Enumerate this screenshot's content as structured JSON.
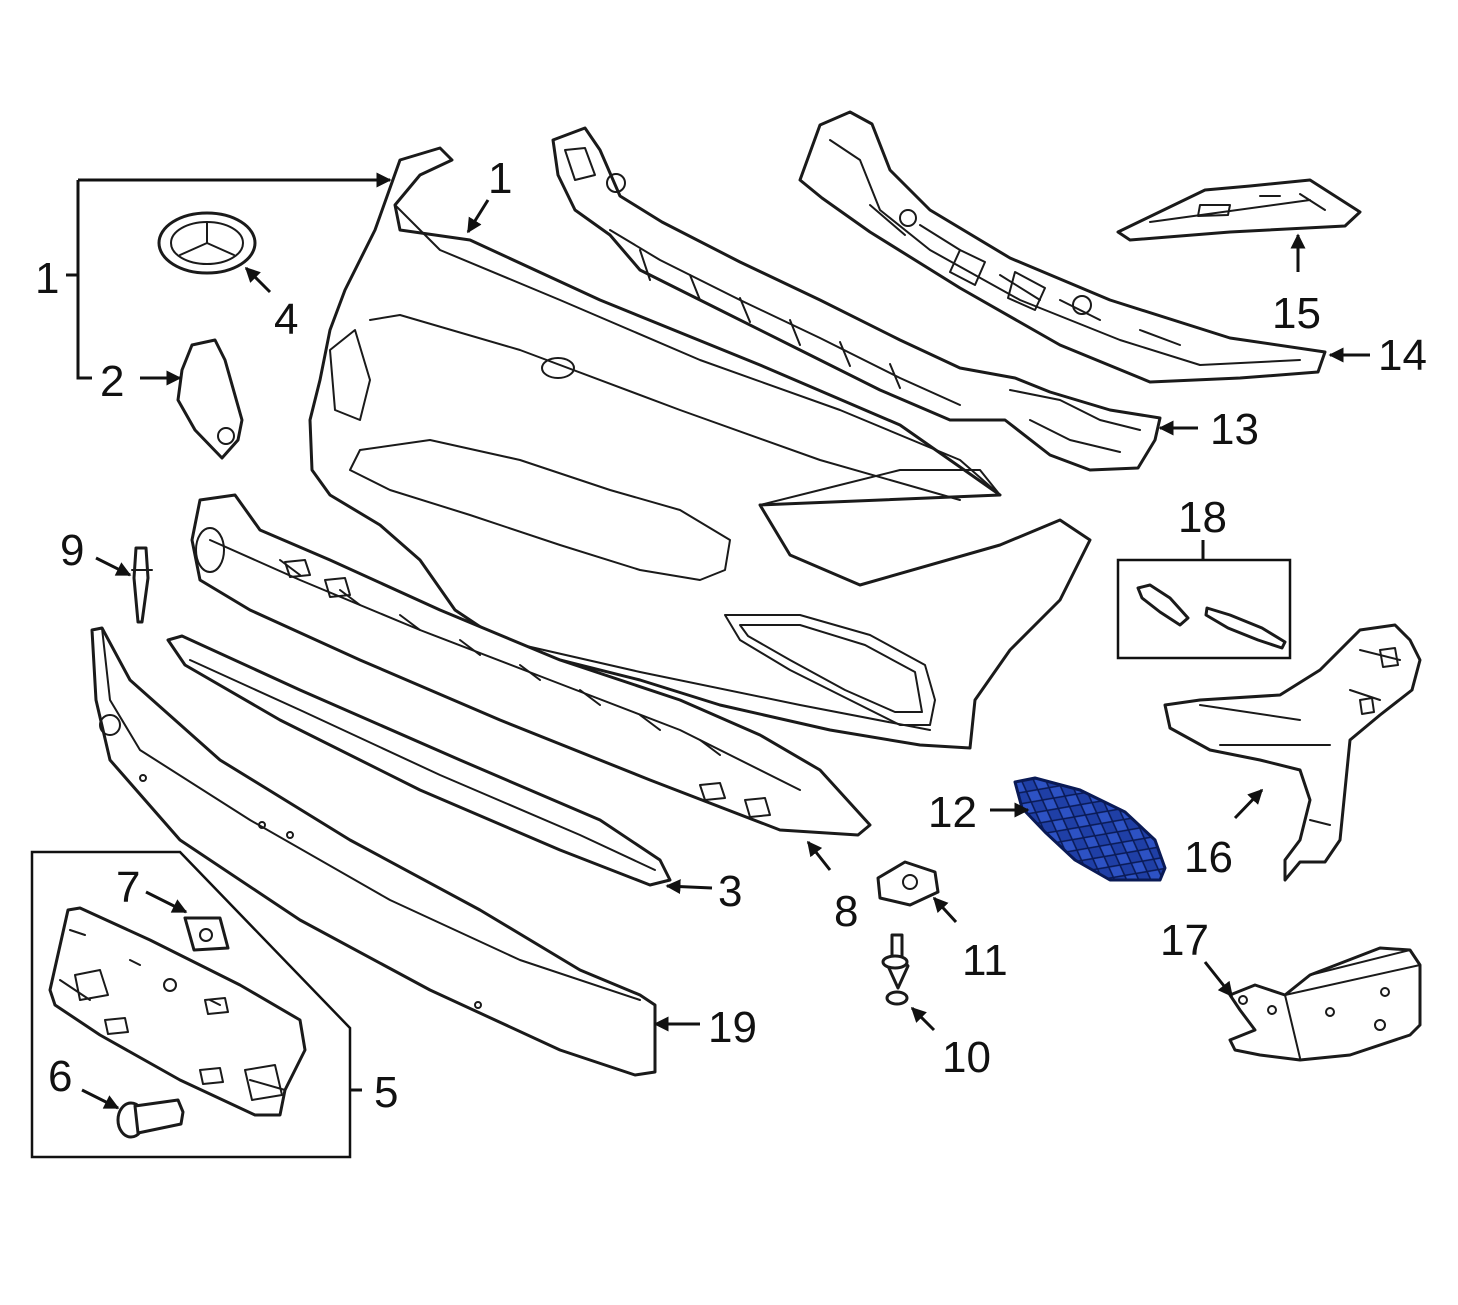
{
  "callouts": {
    "c1_left": "1",
    "c1_top": "1",
    "c2": "2",
    "c3": "3",
    "c4": "4",
    "c5": "5",
    "c6": "6",
    "c7": "7",
    "c8": "8",
    "c9": "9",
    "c10": "10",
    "c11": "11",
    "c12": "12",
    "c13": "13",
    "c14": "14",
    "c15": "15",
    "c16": "16",
    "c17": "17",
    "c18": "18",
    "c19": "19"
  },
  "colors": {
    "line": "#1a1a1a",
    "highlight": "#1f3fa6",
    "background": "#ffffff"
  }
}
